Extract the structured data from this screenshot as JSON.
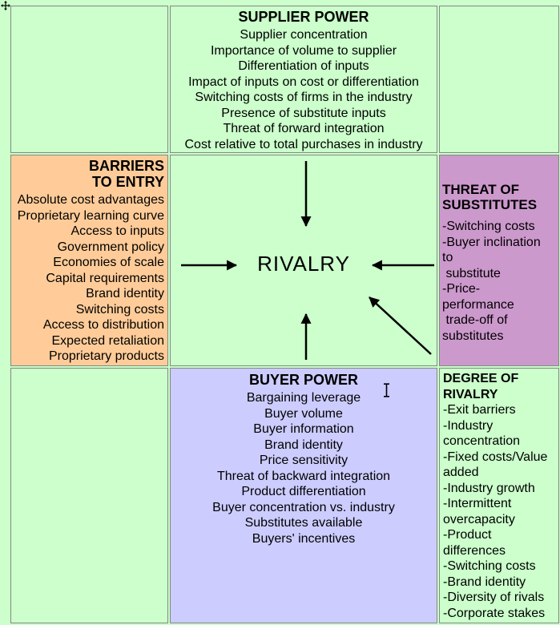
{
  "colors": {
    "background": "#CCFFCC",
    "supplier_bg": "#CCFFCC",
    "barriers_bg": "#FFCC99",
    "substitutes_bg": "#CC99CC",
    "buyer_bg": "#CCCCFF",
    "degree_bg": "#CCFFCC",
    "grid_line": "#818A81",
    "text": "#000000",
    "arrow": "#000000"
  },
  "icons": {
    "anchor": "object-move-anchor",
    "cursor": "text-ibeam-cursor"
  },
  "cells": {
    "supplier_power": {
      "title": "SUPPLIER POWER",
      "items": [
        "Supplier concentration",
        "Importance of volume to supplier",
        "Differentiation of inputs",
        "Impact of inputs on cost or differentiation",
        "Switching costs of firms in the industry",
        "Presence of substitute inputs",
        "Threat of forward integration",
        "Cost relative to total purchases in industry"
      ]
    },
    "barriers_to_entry": {
      "title": "BARRIERS\nTO ENTRY",
      "items": [
        "Absolute cost advantages",
        "Proprietary learning curve",
        "Access to inputs",
        "Government policy",
        "Economies of scale",
        "Capital requirements",
        "Brand identity",
        "Switching costs",
        "Access to distribution",
        "Expected retaliation",
        "Proprietary products"
      ]
    },
    "rivalry": {
      "title": "RIVALRY"
    },
    "threat_of_substitutes": {
      "title": "THREAT OF\nSUBSTITUTES",
      "items": [
        "-Switching costs",
        "-Buyer inclination",
        "to",
        " substitute",
        "-Price-",
        "performance",
        " trade-off of",
        "substitutes"
      ]
    },
    "buyer_power": {
      "title": "BUYER POWER",
      "items": [
        "Bargaining leverage",
        "Buyer volume",
        "Buyer information",
        "Brand identity",
        "Price sensitivity",
        "Threat of backward integration",
        "Product differentiation",
        "Buyer concentration vs. industry",
        "Substitutes available",
        "Buyers' incentives"
      ]
    },
    "degree_of_rivalry": {
      "title": "DEGREE OF\nRIVALRY",
      "items": [
        "-Exit barriers",
        "-Industry",
        "concentration",
        "-Fixed costs/Value",
        "added",
        "-Industry growth",
        "-Intermittent",
        "overcapacity",
        "-Product",
        "differences",
        "-Switching costs",
        "-Brand identity",
        "-Diversity of rivals",
        "-Corporate stakes"
      ]
    }
  }
}
